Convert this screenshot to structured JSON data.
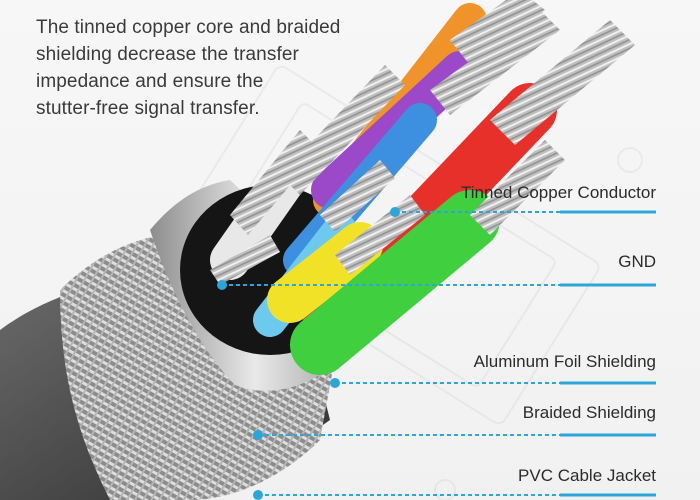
{
  "description": "The tinned copper core and braided shielding decrease the transfer impedance and ensure the stutter-free signal transfer.",
  "description_lines": [
    "The tinned copper core and braided",
    "shielding decrease the transfer",
    "impedance and ensure the",
    "stutter-free signal transfer."
  ],
  "callouts": [
    {
      "label": "Tinned Copper Conductor"
    },
    {
      "label": "GND"
    },
    {
      "label": "Aluminum Foil Shielding"
    },
    {
      "label": "Braided Shielding"
    },
    {
      "label": "PVC Cable Jacket"
    }
  ],
  "colors": {
    "leader_line": "#2aa7d8",
    "wire_green": "#3fcf3f",
    "wire_yellow": "#f2e227",
    "wire_red": "#e8302b",
    "wire_purple": "#9b49c9",
    "wire_blue": "#3d8fe0",
    "wire_orange": "#f0932b",
    "wire_white": "#e8e8e8",
    "wire_lightblue": "#6ec9ee",
    "jacket": "#4a4a4a",
    "braid": "#b9b9b9",
    "copper": "#c9c9c9"
  }
}
